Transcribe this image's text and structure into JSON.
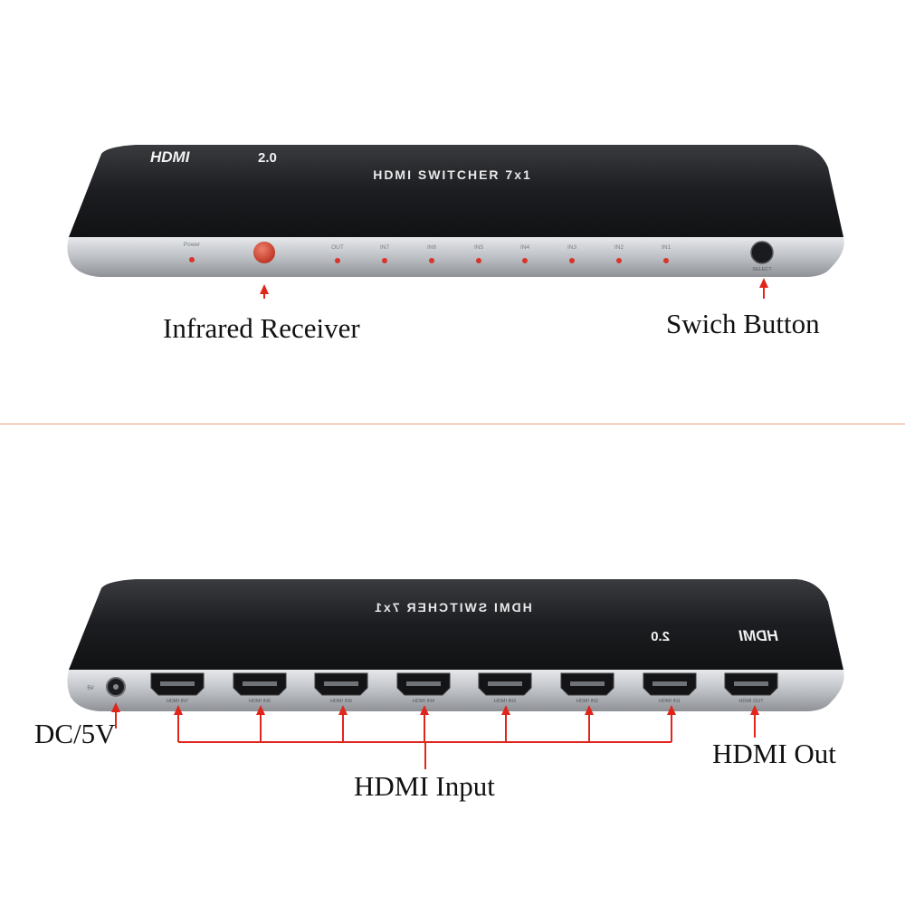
{
  "top_panel": {
    "logo_text": "HDMI",
    "logo_version": "2.0",
    "device_title": "HDMI SWITCHER 7x1",
    "led_labels": [
      "Power",
      "OUT",
      "IN7",
      "IN6",
      "IN5",
      "IN4",
      "IN3",
      "IN2",
      "IN1"
    ],
    "button_label": "SELECT",
    "callouts": {
      "infrared": "Infrared Receiver",
      "switch_button": "Swich Button"
    }
  },
  "bottom_panel": {
    "logo_text": "HDMI",
    "logo_version": "2.0",
    "device_title": "HDMI SWITCHER 7x1",
    "port_labels": [
      "HDMI IN7",
      "HDMI IN6",
      "HDMI IN5",
      "HDMI IN4",
      "HDMI IN3",
      "HDMI IN2",
      "HDMI IN1",
      "HDMI OUT"
    ],
    "dc_label": "5V",
    "callouts": {
      "dc": "DC/5V",
      "hdmi_input": "HDMI Input",
      "hdmi_out": "HDMI Out"
    }
  },
  "colors": {
    "body": "#1e1f22",
    "silver": "#c4c7cc",
    "led": "#d9342b",
    "arrow": "#e0261c",
    "divider": "#e8a07a"
  }
}
